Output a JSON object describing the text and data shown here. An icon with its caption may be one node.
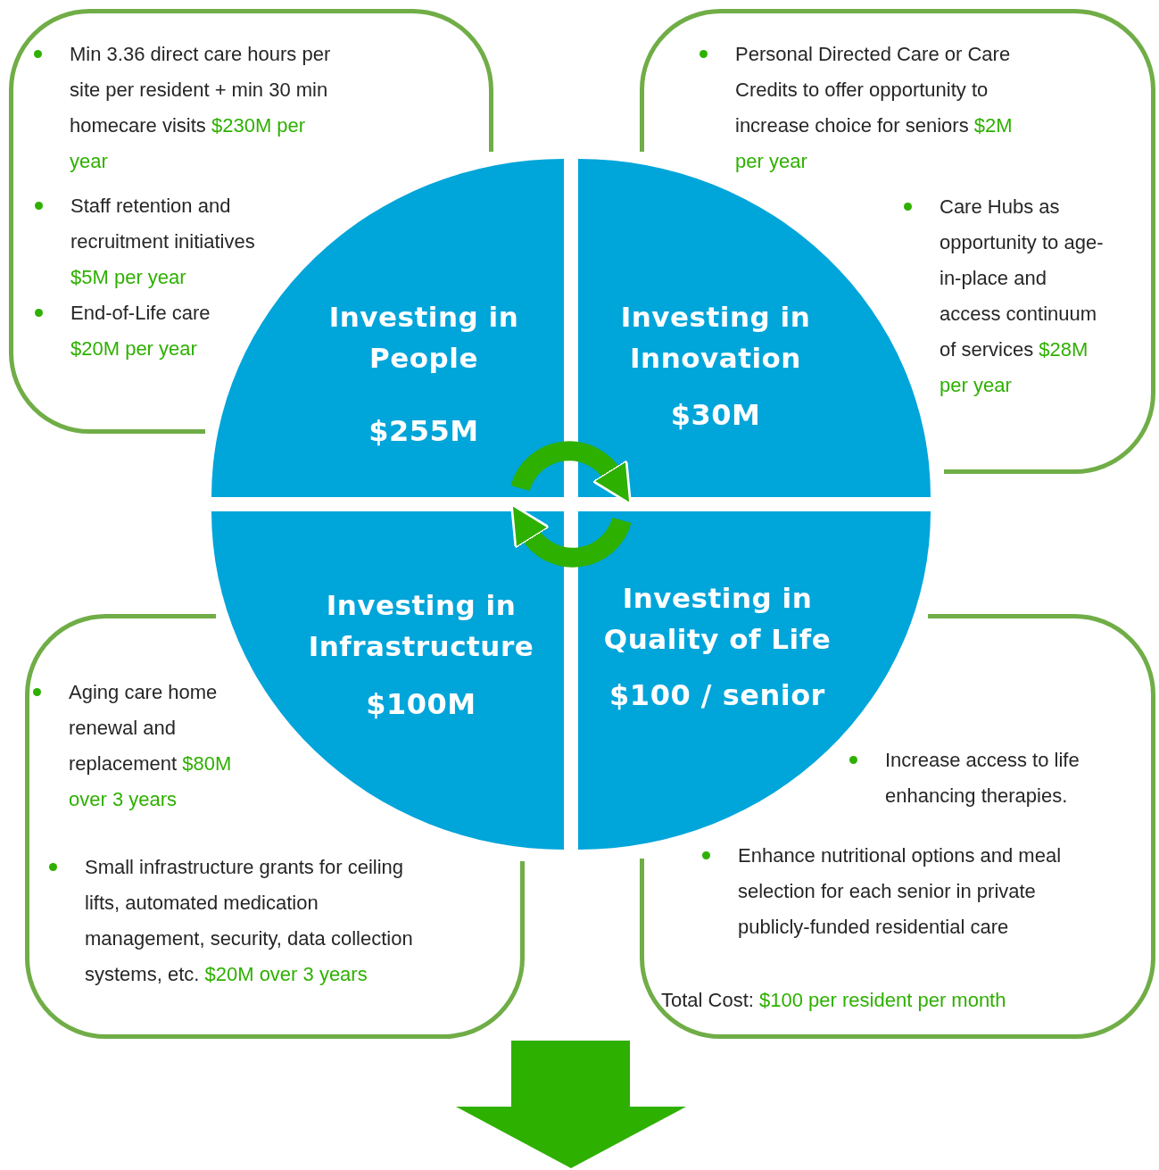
{
  "diagram": {
    "nodes": [
      {
        "text": [
          "Min 3.36 direct care hours per site per resident + min 30 min homecare visits $230M per year",
          "Staff retention and recruitment initiatives $5M per year",
          "End-of-Life care $20M per year"
        ]
      },
      {
        "text": [
          "Personal Directed Care or Care Credits to offer opportunity to increase choice for seniors $2M per year",
          "Care Hubs as opportunity to age-in-place and access continuum of services $28M per year"
        ]
      },
      {
        "text": [
          "Investing in People",
          "$255M"
        ]
      },
      {
        "text": [
          "Investing in Innovation",
          "$30M"
        ]
      },
      {
        "text": [
          "Investing in Infrastructure",
          "$100M"
        ]
      },
      {
        "text": [
          "Investing in Quality of Life",
          "$100 / senior"
        ]
      },
      {
        "text": [
          "Aging care home renewal and replacement $80M over 3 years",
          "Small infrastructure grants for ceiling lifts, automated medication management, security, data collection systems, etc. $20M over 3 years"
        ]
      },
      {
        "text": [
          "Increase access to life enhancing therapies.",
          "Enhance nutritional options and meal selection for each senior in private publicly-funded residential care",
          "Total Cost: $100 per resident per month"
        ]
      }
    ],
    "edges": [
      {
        "from": 2,
        "to": 3,
        "arrow": "to"
      },
      {
        "from": 5,
        "to": 4,
        "arrow": "to"
      }
    ]
  }
}
